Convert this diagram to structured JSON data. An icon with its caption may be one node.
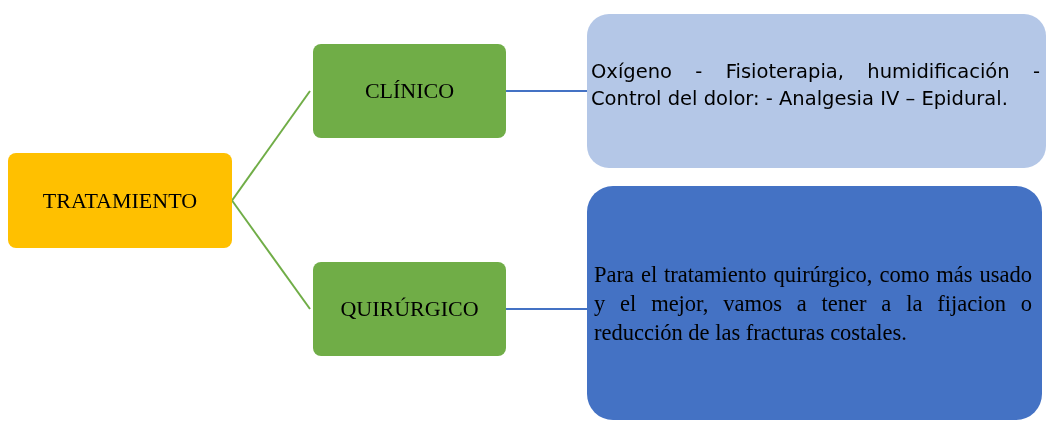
{
  "diagram": {
    "nodes": [
      {
        "text": [
          "TRATAMIENTO"
        ]
      },
      {
        "text": [
          "CLÍNICO"
        ]
      },
      {
        "text": [
          "QUIRÚRGICO"
        ]
      },
      {
        "text": [
          "Oxígeno - Fisioterapia, humidificación - Control del dolor: - Analgesia IV – Epidural."
        ]
      },
      {
        "text": [
          "Para el tratamiento quirúrgico, como más usado y el mejor, vamos a tener a la fijacion o reducción de las fracturas costales."
        ]
      }
    ],
    "edges": [
      {
        "from": 0,
        "to": 1,
        "arrow": "none",
        "color": "#70ad47"
      },
      {
        "from": 0,
        "to": 2,
        "arrow": "none",
        "color": "#70ad47"
      },
      {
        "from": 1,
        "to": 3,
        "arrow": "none",
        "color": "#4472c4"
      },
      {
        "from": 2,
        "to": 4,
        "arrow": "none",
        "color": "#4472c4"
      }
    ]
  }
}
